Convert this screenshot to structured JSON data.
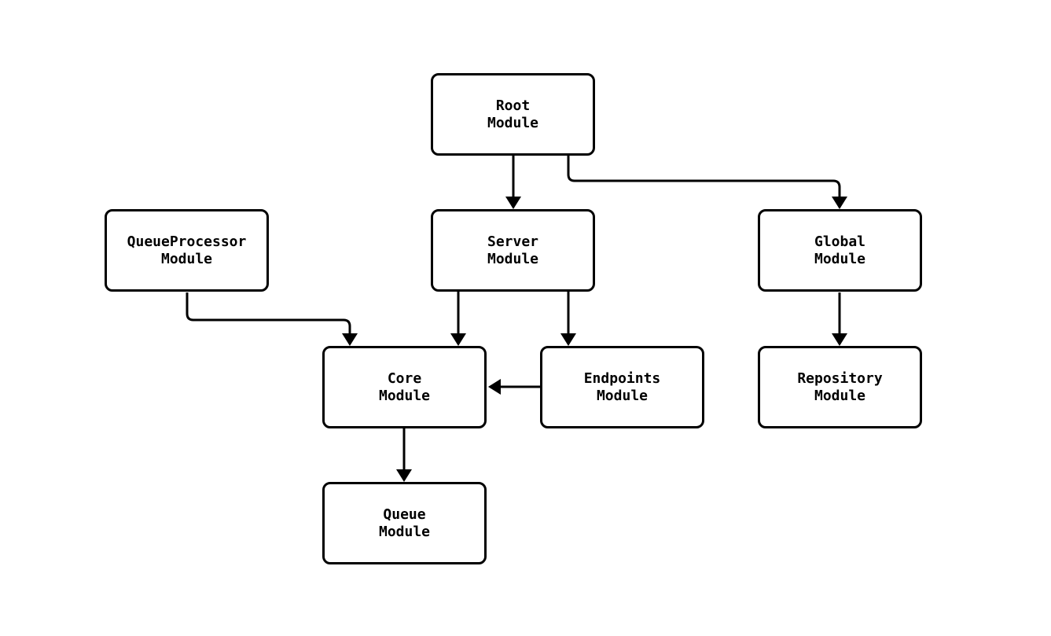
{
  "diagram": {
    "type": "flowchart",
    "background_color": "#ffffff",
    "node_border_color": "#000000",
    "node_fill_color": "#ffffff",
    "edge_color": "#000000",
    "text_color": "#000000",
    "nodes": {
      "root": {
        "label": "Root\nModule"
      },
      "queue_processor": {
        "label": "QueueProcessor\nModule"
      },
      "server": {
        "label": "Server\nModule"
      },
      "global": {
        "label": "Global\nModule"
      },
      "core": {
        "label": "Core\nModule"
      },
      "endpoints": {
        "label": "Endpoints\nModule"
      },
      "repository": {
        "label": "Repository\nModule"
      },
      "queue": {
        "label": "Queue\nModule"
      }
    },
    "edges": [
      {
        "from": "Root Module",
        "to": "Server Module"
      },
      {
        "from": "Root Module",
        "to": "Global Module"
      },
      {
        "from": "QueueProcessor Module",
        "to": "Core Module"
      },
      {
        "from": "Server Module",
        "to": "Core Module"
      },
      {
        "from": "Server Module",
        "to": "Endpoints Module"
      },
      {
        "from": "Endpoints Module",
        "to": "Core Module"
      },
      {
        "from": "Global Module",
        "to": "Repository Module"
      },
      {
        "from": "Core Module",
        "to": "Queue Module"
      }
    ]
  }
}
